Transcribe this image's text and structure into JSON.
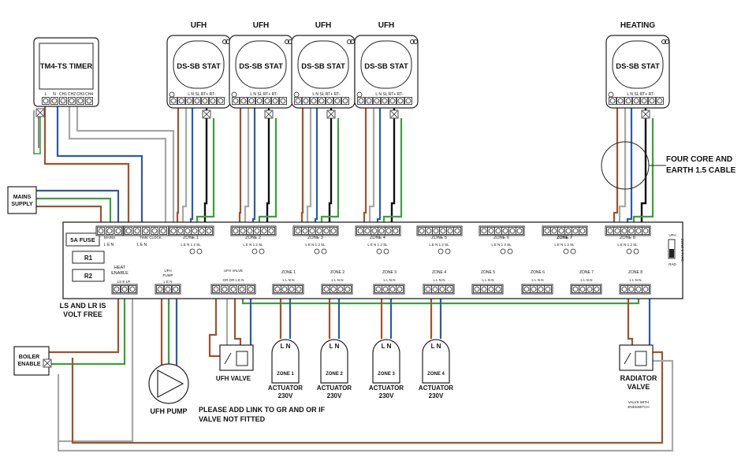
{
  "colors": {
    "brown": "#a0522d",
    "blue": "#2e5aa8",
    "grey": "#a8a8a8",
    "green": "#3aa13a",
    "black": "#111111",
    "gnd": "#555555"
  },
  "timer": {
    "title": "TM4-TS TIMER",
    "terminals": [
      "L",
      "N",
      "CH1",
      "CH2",
      "CH3",
      "CH4"
    ]
  },
  "stats": [
    {
      "heading": "UFH",
      "title": "DS-SB STAT",
      "terms": "L  N  SL   RT+ RT-"
    },
    {
      "heading": "UFH",
      "title": "DS-SB STAT",
      "terms": "L  N  SL   RT+ RT-"
    },
    {
      "heading": "UFH",
      "title": "DS-SB STAT",
      "terms": "L  N  SL   RT+ RT-"
    },
    {
      "heading": "UFH",
      "title": "DS-SB STAT",
      "terms": "L  N  SL   RT+ RT-"
    },
    {
      "heading": "HEATING",
      "title": "DS-SB STAT",
      "terms": "L  N  SL   RT+ RT-"
    }
  ],
  "cable_note": {
    "line1": "FOUR CORE AND",
    "line2": "EARTH 1.5 CABLE"
  },
  "mains": {
    "line1": "MAINS",
    "line2": "SUPPLY"
  },
  "board": {
    "fuse": "5A FUSE",
    "r1": "R1",
    "r2": "R2",
    "mains_label": "MAINS",
    "time_clock": "TIME CLOCK",
    "len": "L   E   N",
    "zone_terms": "L    E    N    1    2    SL",
    "zones_top": [
      "ZONE 1",
      "ZONE 2",
      "ZONE 3",
      "ZONE 4",
      "ZONE 5",
      "ZONE 6",
      "ZONE 7",
      "ZONE 8"
    ],
    "side_ufh": "UFH",
    "side_rad": "RAD",
    "side_zone8": "ZONE 8 TYPE",
    "heat_enable": {
      "line1": "HEAT",
      "line2": "ENABLE",
      "terms": "LS  E  LR"
    },
    "ufh_pump": {
      "line1": "UFH",
      "line2": "PUMP",
      "terms": "L  E  N"
    },
    "ufh_valve": {
      "label": "UFH VALVE",
      "terms": "GR  OR  L  E  N"
    },
    "zones_bottom": [
      "ZONE 1",
      "ZONE 2",
      "ZONE 3",
      "ZONE 4",
      "ZONE 5",
      "ZONE 6",
      "ZONE 7",
      "ZONE 8"
    ],
    "zone_bottom_terms": "L  L  N  N"
  },
  "ls_lr_note": {
    "line1": "LS AND LR IS",
    "line2": "VOLT FREE"
  },
  "boiler": {
    "line1": "BOILER",
    "line2": "ENABLE"
  },
  "pump_label": "UFH PUMP",
  "valve_label": "UFH VALVE",
  "link_note": {
    "line1": "PLEASE ADD LINK TO GR AND OR IF",
    "line2": "VALVE NOT FITTED"
  },
  "actuators": [
    {
      "ln": "L N",
      "zone": "ZONE 1",
      "line1": "ACTUATOR",
      "line2": "230V"
    },
    {
      "ln": "L N",
      "zone": "ZONE 2",
      "line1": "ACTUATOR",
      "line2": "230V"
    },
    {
      "ln": "L N",
      "zone": "ZONE 3",
      "line1": "ACTUATOR",
      "line2": "230V"
    },
    {
      "ln": "L N",
      "zone": "ZONE 4",
      "line1": "ACTUATOR",
      "line2": "230V"
    }
  ],
  "radiator_valve": {
    "line1": "RADIATOR",
    "line2": "VALVE",
    "note1": "VALVS WITH",
    "note2": "ENDSWITCH"
  }
}
